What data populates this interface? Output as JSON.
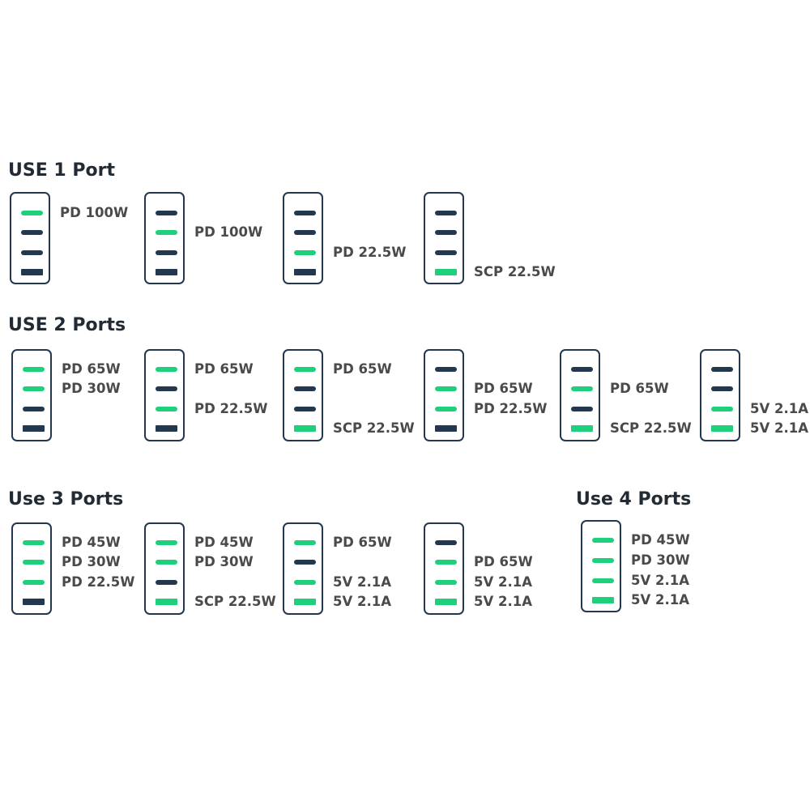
{
  "colors": {
    "active": "#1ed07c",
    "inactive": "#23384e",
    "outline": "#23384e",
    "heading": "#222a33",
    "label": "#4a4a4a"
  },
  "sections": [
    {
      "title": "USE 1 Port",
      "diagrams": [
        {
          "ports": [
            {
              "active": true,
              "label": "PD 100W"
            },
            {
              "active": false,
              "label": ""
            },
            {
              "active": false,
              "label": ""
            },
            {
              "active": false,
              "label": ""
            }
          ]
        },
        {
          "ports": [
            {
              "active": false,
              "label": ""
            },
            {
              "active": true,
              "label": "PD 100W"
            },
            {
              "active": false,
              "label": ""
            },
            {
              "active": false,
              "label": ""
            }
          ]
        },
        {
          "ports": [
            {
              "active": false,
              "label": ""
            },
            {
              "active": false,
              "label": ""
            },
            {
              "active": true,
              "label": "PD 22.5W"
            },
            {
              "active": false,
              "label": ""
            }
          ]
        },
        {
          "ports": [
            {
              "active": false,
              "label": ""
            },
            {
              "active": false,
              "label": ""
            },
            {
              "active": false,
              "label": ""
            },
            {
              "active": true,
              "label": "SCP 22.5W"
            }
          ]
        }
      ]
    },
    {
      "title": "USE 2 Ports",
      "diagrams": [
        {
          "ports": [
            {
              "active": true,
              "label": "PD 65W"
            },
            {
              "active": true,
              "label": "PD 30W"
            },
            {
              "active": false,
              "label": ""
            },
            {
              "active": false,
              "label": ""
            }
          ]
        },
        {
          "ports": [
            {
              "active": true,
              "label": "PD 65W"
            },
            {
              "active": false,
              "label": ""
            },
            {
              "active": true,
              "label": "PD 22.5W"
            },
            {
              "active": false,
              "label": ""
            }
          ]
        },
        {
          "ports": [
            {
              "active": true,
              "label": "PD 65W"
            },
            {
              "active": false,
              "label": ""
            },
            {
              "active": false,
              "label": ""
            },
            {
              "active": true,
              "label": "SCP 22.5W"
            }
          ]
        },
        {
          "ports": [
            {
              "active": false,
              "label": ""
            },
            {
              "active": true,
              "label": "PD 65W"
            },
            {
              "active": true,
              "label": "PD 22.5W"
            },
            {
              "active": false,
              "label": ""
            }
          ]
        },
        {
          "ports": [
            {
              "active": false,
              "label": ""
            },
            {
              "active": true,
              "label": "PD 65W"
            },
            {
              "active": false,
              "label": ""
            },
            {
              "active": true,
              "label": "SCP 22.5W"
            }
          ]
        },
        {
          "ports": [
            {
              "active": false,
              "label": ""
            },
            {
              "active": false,
              "label": ""
            },
            {
              "active": true,
              "label": "5V 2.1A"
            },
            {
              "active": true,
              "label": "5V 2.1A"
            }
          ]
        }
      ]
    },
    {
      "title": "Use 3 Ports",
      "diagrams": [
        {
          "ports": [
            {
              "active": true,
              "label": "PD 45W"
            },
            {
              "active": true,
              "label": "PD 30W"
            },
            {
              "active": true,
              "label": "PD 22.5W"
            },
            {
              "active": false,
              "label": ""
            }
          ]
        },
        {
          "ports": [
            {
              "active": true,
              "label": "PD 45W"
            },
            {
              "active": true,
              "label": "PD 30W"
            },
            {
              "active": false,
              "label": ""
            },
            {
              "active": true,
              "label": "SCP 22.5W"
            }
          ]
        },
        {
          "ports": [
            {
              "active": true,
              "label": "PD 65W"
            },
            {
              "active": false,
              "label": ""
            },
            {
              "active": true,
              "label": "5V 2.1A"
            },
            {
              "active": true,
              "label": "5V 2.1A"
            }
          ]
        },
        {
          "ports": [
            {
              "active": false,
              "label": ""
            },
            {
              "active": true,
              "label": "PD 65W"
            },
            {
              "active": true,
              "label": "5V 2.1A"
            },
            {
              "active": true,
              "label": "5V 2.1A"
            }
          ]
        }
      ]
    },
    {
      "title": "Use 4 Ports",
      "diagrams": [
        {
          "ports": [
            {
              "active": true,
              "label": "PD 45W"
            },
            {
              "active": true,
              "label": "PD 30W"
            },
            {
              "active": true,
              "label": "5V 2.1A"
            },
            {
              "active": true,
              "label": "5V 2.1A"
            }
          ]
        }
      ]
    }
  ]
}
